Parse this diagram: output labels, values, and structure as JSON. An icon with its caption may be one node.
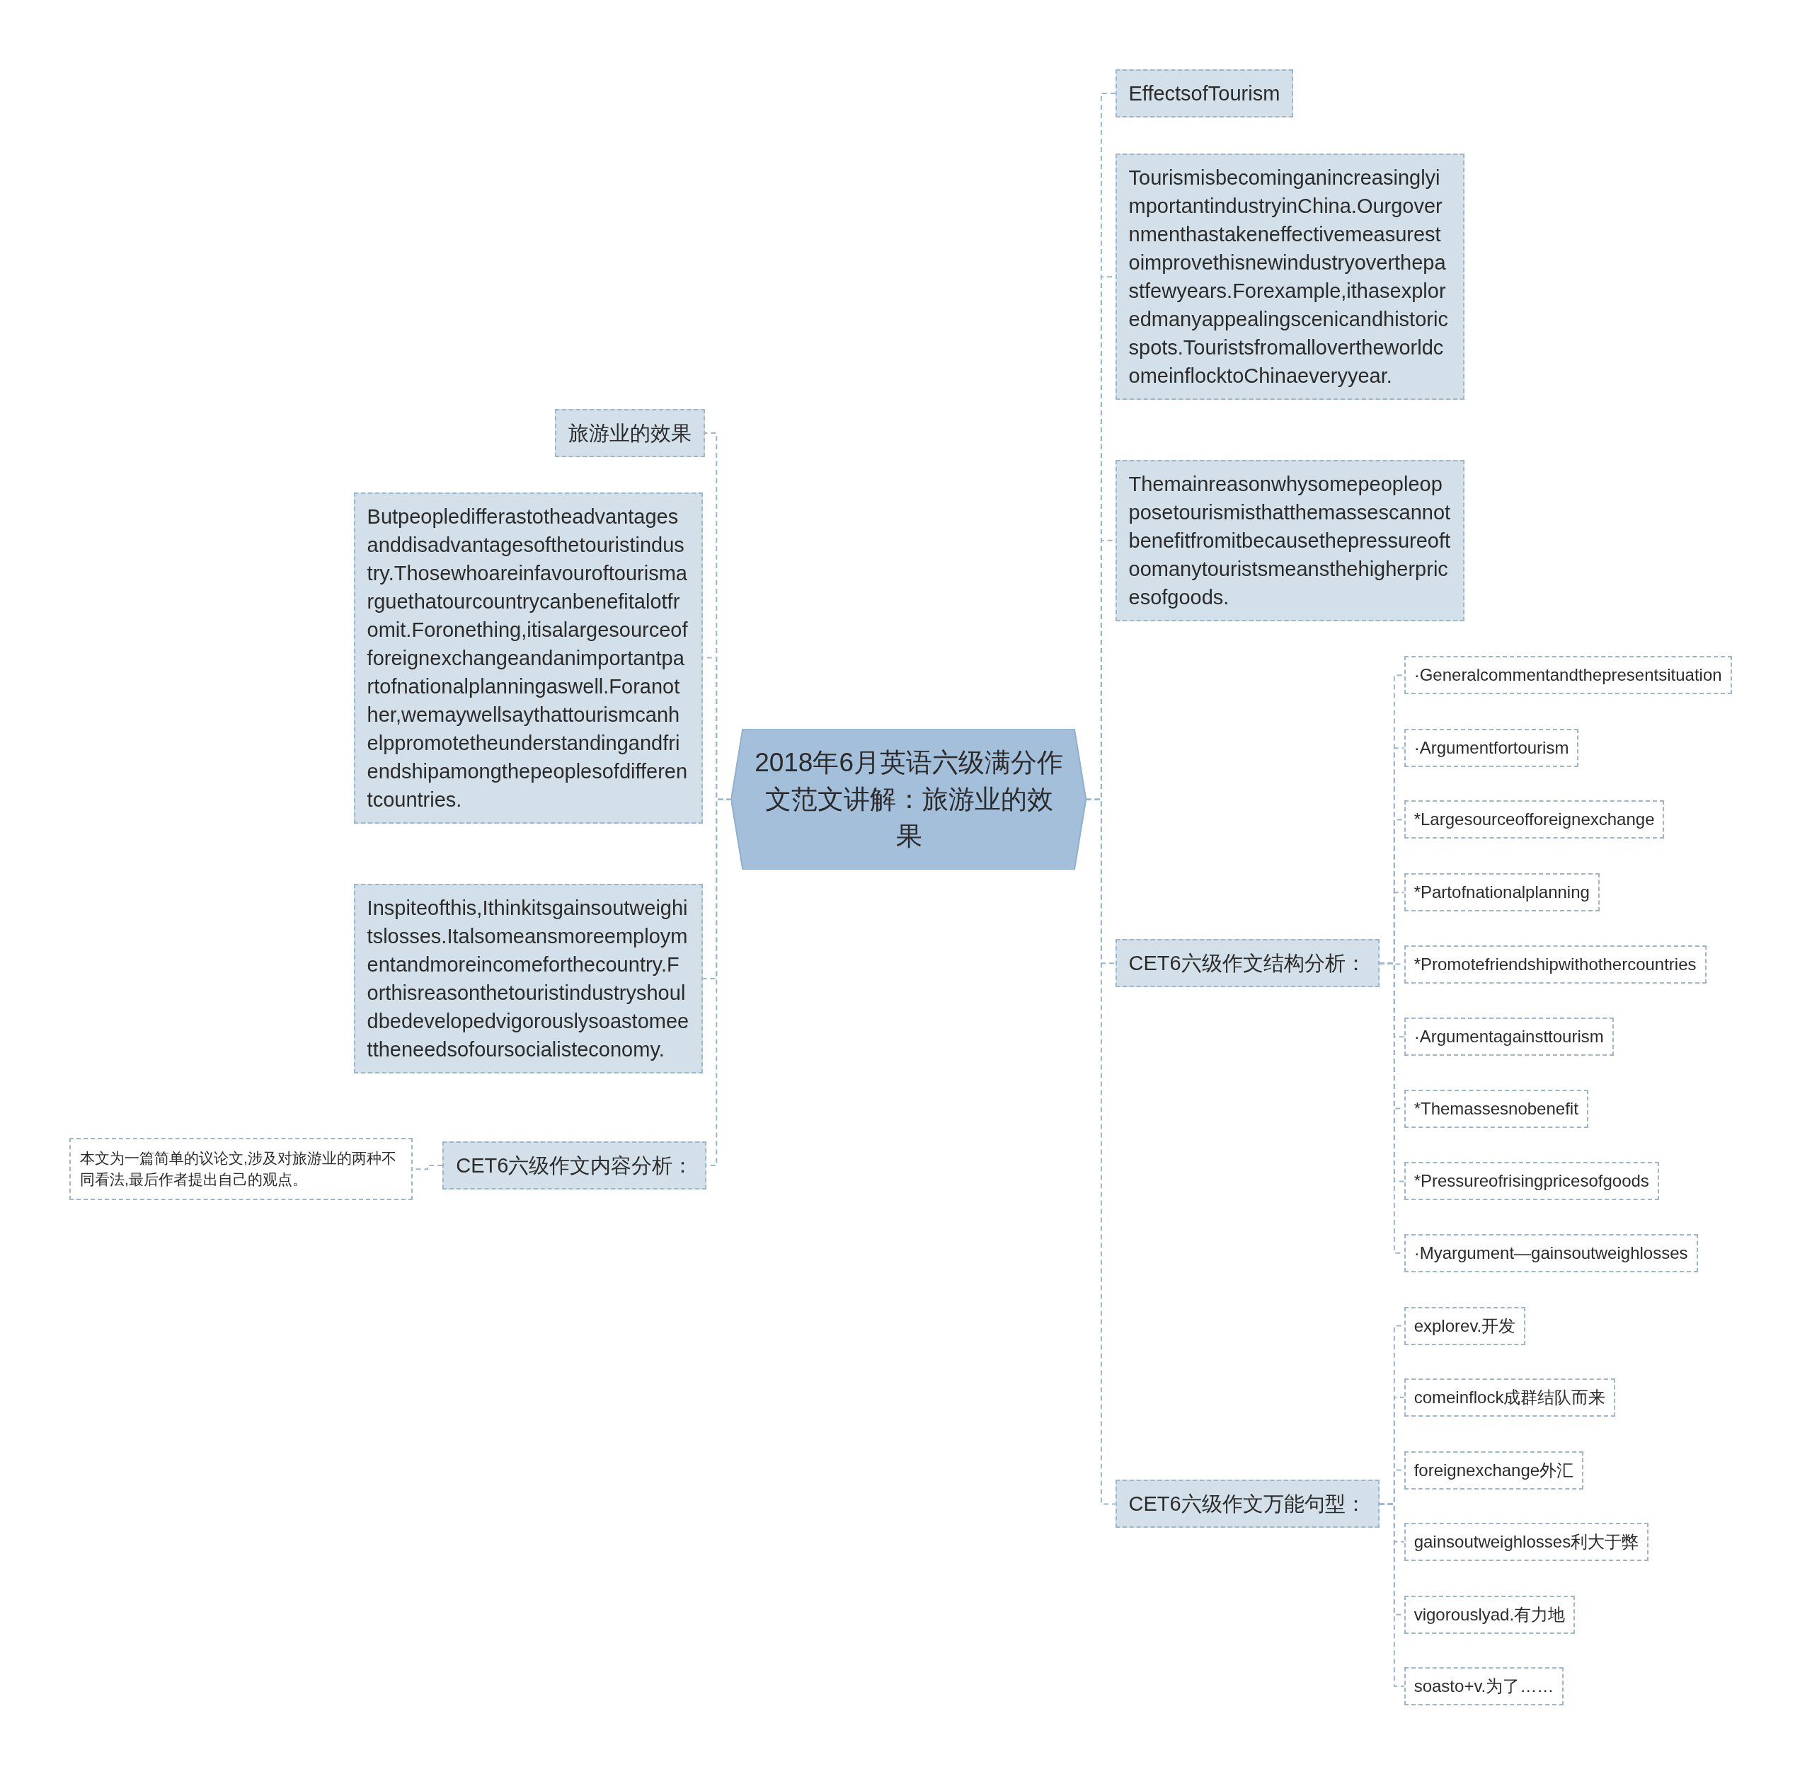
{
  "diagram": {
    "nodes": [
      {
        "text": [
          "2018年6月英语六级满分作文范文讲解：旅游业的效果"
        ]
      },
      {
        "text": [
          "EffectsofTourism"
        ]
      },
      {
        "text": [
          "TourismisbecominganincreasinglyimportantindustryinChina.Ourgovernmenthastakeneffectivemeasurestoimprovethisnewindustryoverthepastfewyears.Forexample,ithasexploredmanyappealingscenicandhistoricspots.TouristsfromallovertheworldcomeinflocktoChinaeveryyear."
        ]
      },
      {
        "text": [
          "Themainreasonwhysomepeopleopposetourismisthatthemassescannotbenefitfromitbecausethepressureoftoomanytouristsmeansthehigherpricesofgoods."
        ]
      },
      {
        "text": [
          "CET6六级作文结构分析："
        ]
      },
      {
        "text": [
          "·Generalcommentandthepresentsituation"
        ]
      },
      {
        "text": [
          "·Argumentfortourism"
        ]
      },
      {
        "text": [
          "*Largesourceofforeignexchange"
        ]
      },
      {
        "text": [
          "*Partofnationalplanning"
        ]
      },
      {
        "text": [
          "*Promotefriendshipwithothercountries"
        ]
      },
      {
        "text": [
          "·Argumentagainsttourism"
        ]
      },
      {
        "text": [
          "*Themassesnobenefit"
        ]
      },
      {
        "text": [
          "*Pressureofrisingpricesofgoods"
        ]
      },
      {
        "text": [
          "·Myargument—gainsoutweighlosses"
        ]
      },
      {
        "text": [
          "CET6六级作文万能句型："
        ]
      },
      {
        "text": [
          "explorev.开发"
        ]
      },
      {
        "text": [
          "comeinflock成群结队而来"
        ]
      },
      {
        "text": [
          "foreignexchange外汇"
        ]
      },
      {
        "text": [
          "gainsoutweighlosses利大于弊"
        ]
      },
      {
        "text": [
          "vigorouslyad.有力地"
        ]
      },
      {
        "text": [
          "soasto+v.为了……"
        ]
      },
      {
        "text": [
          "旅游业的效果"
        ]
      },
      {
        "text": [
          "Butpeopledifferastotheadvantagesanddisadvantagesofthetouristindustry.Thosewhoareinfavouroftourismarguethatourcountrycanbenefitalotfromit.Foronething,itisalargesourceofforeignexchangeandanimportantpartofnationalplanningaswell.Foranother,wemaywellsaythattourismcanhelppromotetheunderstandingandfriendshipamongthepeoplesofdifferentcountries."
        ]
      },
      {
        "text": [
          "Inspiteofthis,Ithinkitsgainsoutweighitslosses.Italsomeansmoreemploymentandmoreincomeforthecountry.Forthisreasonthetouristindustryshouldbedevelopedvigorouslysoastomeettheneedsofoursocialisteconomy."
        ]
      },
      {
        "text": [
          "CET6六级作文内容分析："
        ]
      },
      {
        "text": [
          "本文为一篇简单的议论文,涉及对旅游业的两种不同看法,最后作者提出自己的观点。"
        ]
      }
    ],
    "edges": [
      {
        "from": 0,
        "to": 1,
        "arrow": "none"
      },
      {
        "from": 0,
        "to": 2,
        "arrow": "none"
      },
      {
        "from": 0,
        "to": 3,
        "arrow": "none"
      },
      {
        "from": 0,
        "to": 4,
        "arrow": "none"
      },
      {
        "from": 4,
        "to": 5,
        "arrow": "none"
      },
      {
        "from": 4,
        "to": 6,
        "arrow": "none"
      },
      {
        "from": 4,
        "to": 7,
        "arrow": "none"
      },
      {
        "from": 4,
        "to": 8,
        "arrow": "none"
      },
      {
        "from": 4,
        "to": 9,
        "arrow": "none"
      },
      {
        "from": 4,
        "to": 10,
        "arrow": "none"
      },
      {
        "from": 4,
        "to": 11,
        "arrow": "none"
      },
      {
        "from": 4,
        "to": 12,
        "arrow": "none"
      },
      {
        "from": 4,
        "to": 13,
        "arrow": "none"
      },
      {
        "from": 0,
        "to": 14,
        "arrow": "none"
      },
      {
        "from": 14,
        "to": 15,
        "arrow": "none"
      },
      {
        "from": 14,
        "to": 16,
        "arrow": "none"
      },
      {
        "from": 14,
        "to": 17,
        "arrow": "none"
      },
      {
        "from": 14,
        "to": 18,
        "arrow": "none"
      },
      {
        "from": 14,
        "to": 19,
        "arrow": "none"
      },
      {
        "from": 14,
        "to": 20,
        "arrow": "none"
      },
      {
        "from": 0,
        "to": 21,
        "arrow": "none"
      },
      {
        "from": 0,
        "to": 22,
        "arrow": "none"
      },
      {
        "from": 0,
        "to": 23,
        "arrow": "none"
      },
      {
        "from": 0,
        "to": 24,
        "arrow": "none"
      },
      {
        "from": 24,
        "to": 25,
        "arrow": "none"
      }
    ]
  }
}
